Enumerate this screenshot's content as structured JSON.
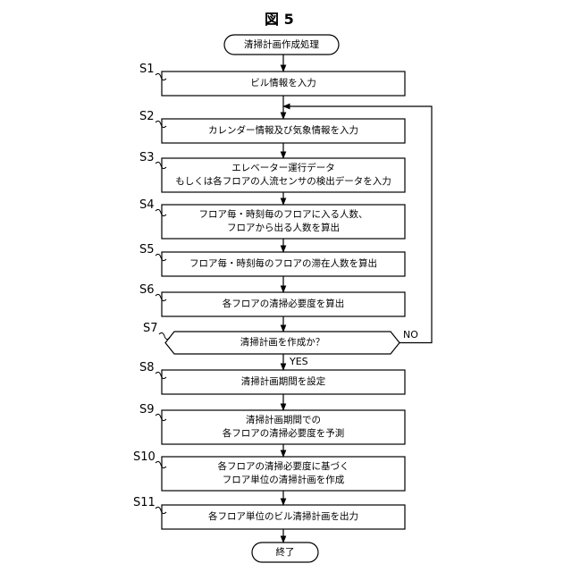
{
  "figure_title": "図 5",
  "start_label": "清掃計画作成処理",
  "end_label": "終了",
  "steps": [
    {
      "id": "S1",
      "lines": [
        "ビル情報を入力"
      ]
    },
    {
      "id": "S2",
      "lines": [
        "カレンダー情報及び気象情報を入力"
      ]
    },
    {
      "id": "S3",
      "lines": [
        "エレベーター運行データ",
        "もしくは各フロアの人流センサの検出データを入力"
      ]
    },
    {
      "id": "S4",
      "lines": [
        "フロア毎・時刻毎のフロアに入る人数、",
        "フロアから出る人数を算出"
      ]
    },
    {
      "id": "S5",
      "lines": [
        "フロア毎・時刻毎のフロアの滞在人数を算出"
      ]
    },
    {
      "id": "S6",
      "lines": [
        "各フロアの清掃必要度を算出"
      ]
    },
    {
      "id": "S7",
      "lines": [
        "清掃計画を作成か？"
      ]
    },
    {
      "id": "S8",
      "lines": [
        "清掃計画期間を設定"
      ]
    },
    {
      "id": "S9",
      "lines": [
        "清掃計画期間での",
        "各フロアの清掃必要度を予測"
      ]
    },
    {
      "id": "S10",
      "lines": [
        "各フロアの清掃必要度に基づく",
        "フロア単位の清掃計画を作成"
      ]
    },
    {
      "id": "S11",
      "lines": [
        "各フロア単位のビル清掃計画を出力"
      ]
    }
  ],
  "branch_yes": "YES",
  "branch_no": "NO"
}
